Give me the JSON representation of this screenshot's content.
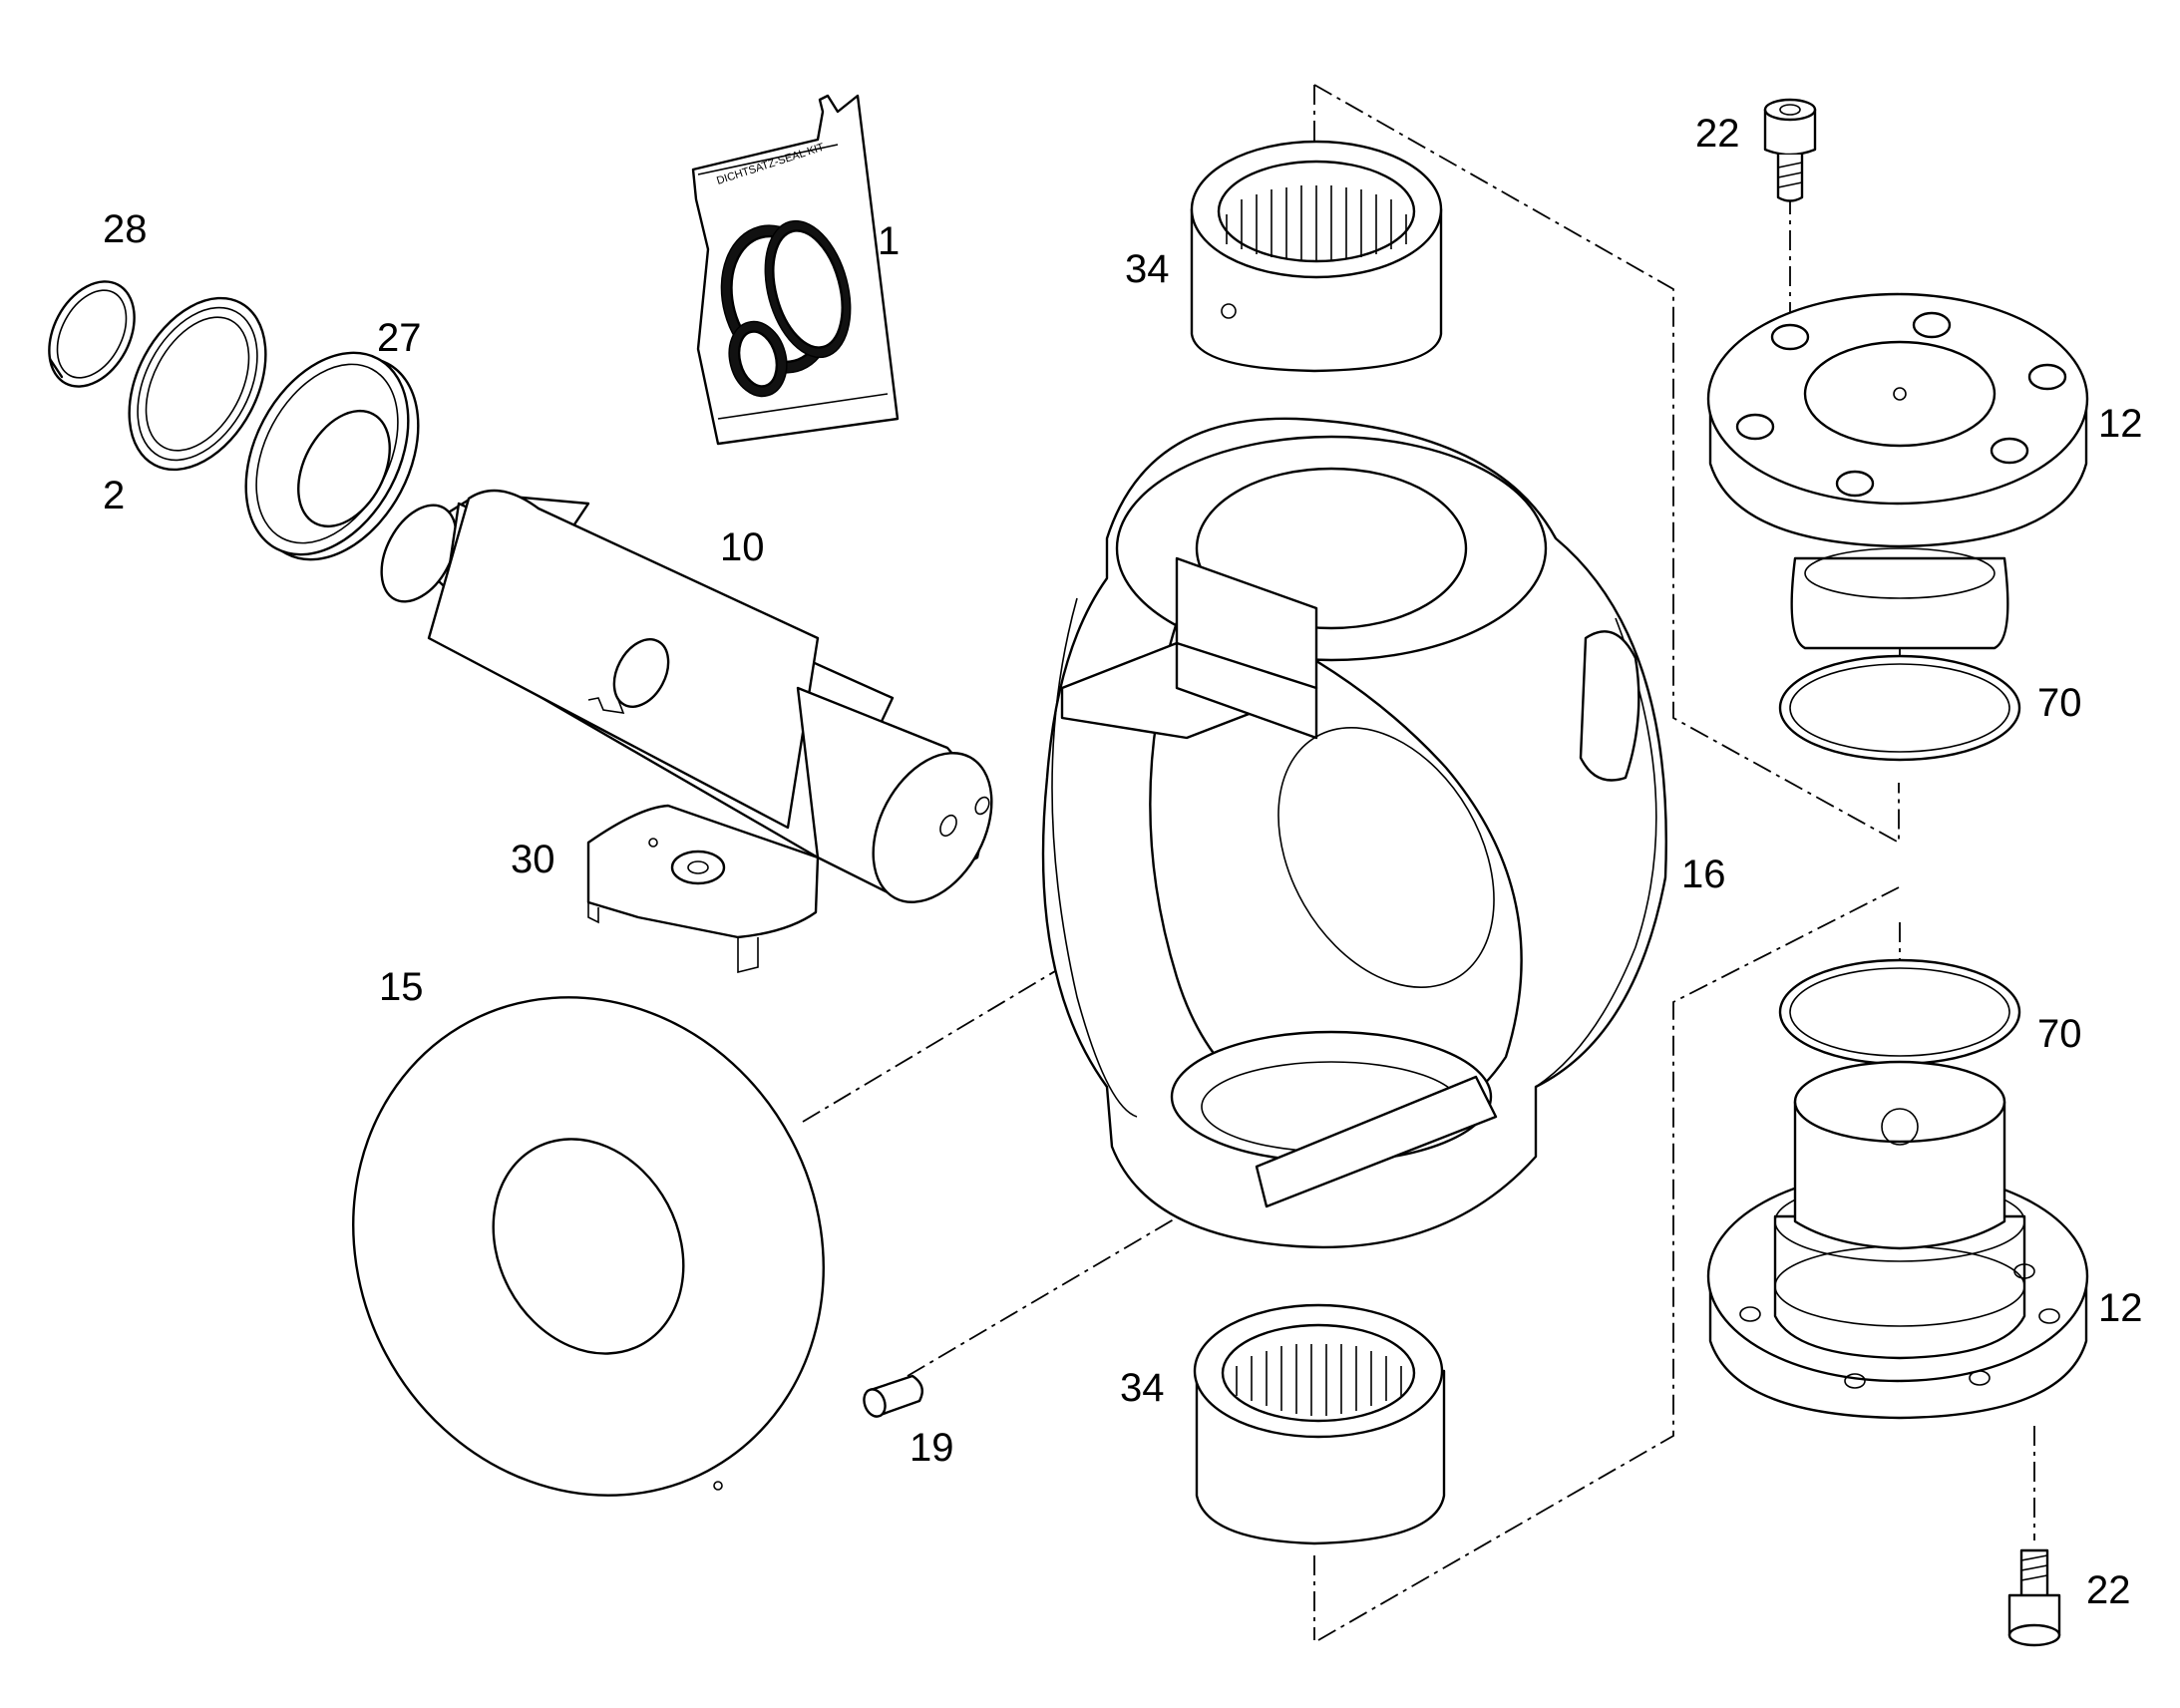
{
  "seal_kit_text": "DICHTSATZ-SEAL KIT",
  "callouts": {
    "c1": "1",
    "c2": "2",
    "c10": "10",
    "c12_top": "12",
    "c12_bottom": "12",
    "c15": "15",
    "c16": "16",
    "c19": "19",
    "c22_top": "22",
    "c22_bottom": "22",
    "c27": "27",
    "c28": "28",
    "c30": "30",
    "c34_top": "34",
    "c34_bottom": "34",
    "c70_top": "70",
    "c70_bottom": "70"
  }
}
